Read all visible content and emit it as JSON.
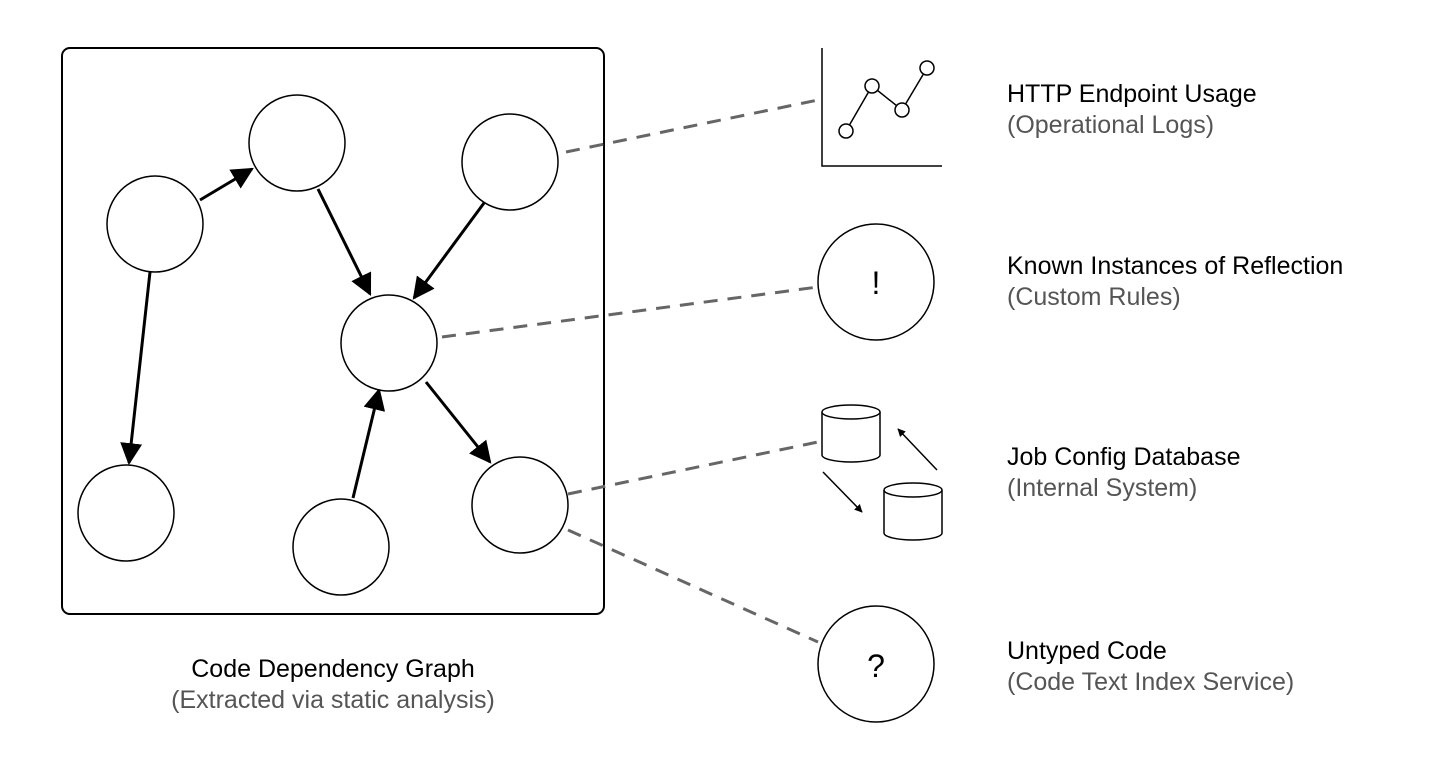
{
  "graph": {
    "caption": "Code Dependency Graph",
    "subcaption": "(Extracted via static analysis)"
  },
  "sources": [
    {
      "title": "HTTP Endpoint Usage",
      "subtitle": "(Operational Logs)",
      "icon": "line-chart-icon"
    },
    {
      "title": "Known Instances of Reflection",
      "subtitle": "(Custom Rules)",
      "icon": "exclamation-circle-icon",
      "glyph": "!"
    },
    {
      "title": "Job Config Database",
      "subtitle": "(Internal System)",
      "icon": "database-icon"
    },
    {
      "title": "Untyped Code",
      "subtitle": "(Code Text Index Service)",
      "icon": "question-circle-icon",
      "glyph": "?"
    }
  ],
  "colors": {
    "stroke": "#000000",
    "connector": "#666666",
    "subtext": "#555555"
  }
}
